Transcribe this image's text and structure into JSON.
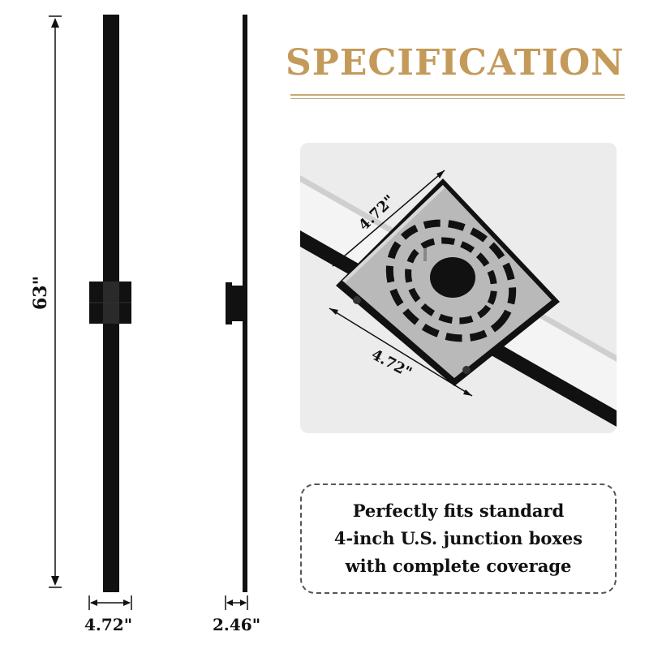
{
  "title": "SPECIFICATION",
  "dimensions": {
    "height": "63\"",
    "front_width": "4.72\"",
    "side_depth": "2.46\"",
    "plate_width_top": "4.72\"",
    "plate_width_bottom": "4.72\""
  },
  "note_lines": [
    "Perfectly fits standard",
    "4-inch U.S. junction boxes",
    "with complete coverage"
  ],
  "colors": {
    "title_gold": "#c49a5a",
    "fixture_black": "#111111",
    "plate_silver": "#b9b9b9"
  }
}
